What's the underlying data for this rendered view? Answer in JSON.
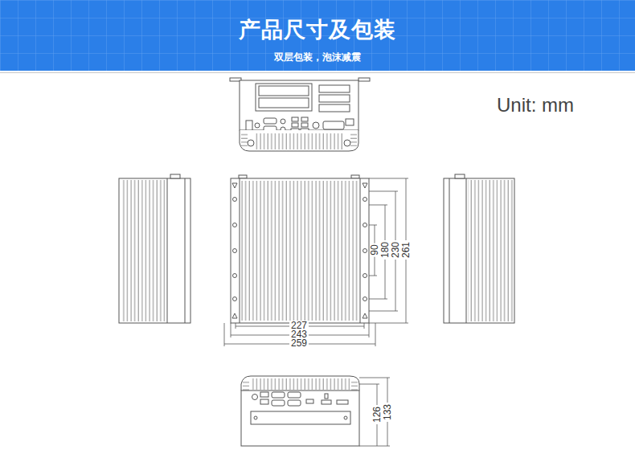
{
  "diagram": {
    "title": "产品尺寸及包装",
    "labels": [
      "双层包装，泡沫减震",
      "Unit: mm",
      "90",
      "180",
      "230",
      "261",
      "227",
      "243",
      "259",
      "126",
      "133"
    ]
  }
}
